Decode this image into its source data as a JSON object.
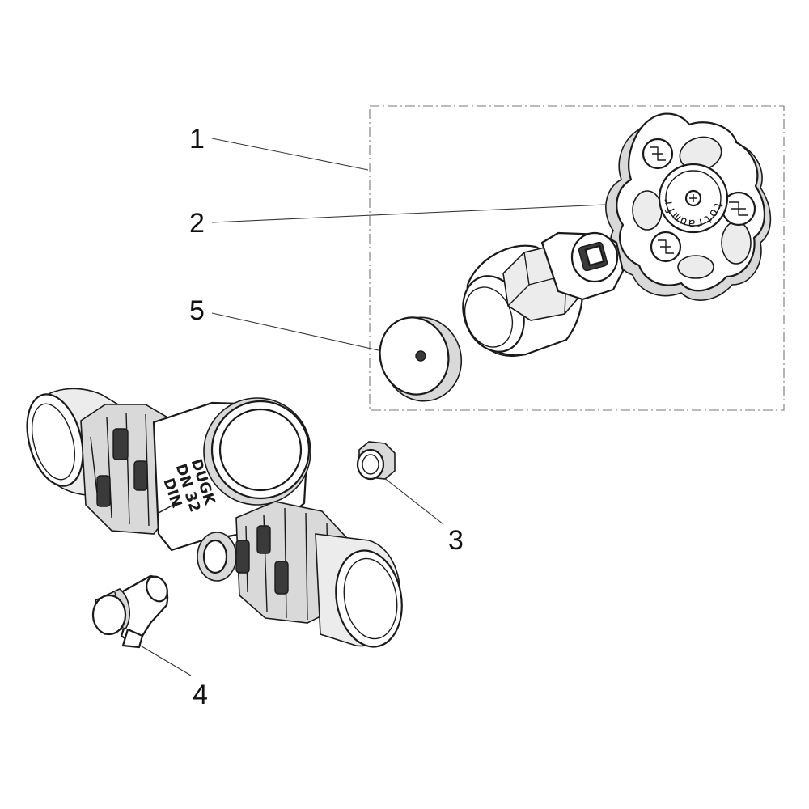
{
  "callouts": [
    {
      "id": "1",
      "label": "1"
    },
    {
      "id": "2",
      "label": "2"
    },
    {
      "id": "3",
      "label": "3"
    },
    {
      "id": "4",
      "label": "4"
    },
    {
      "id": "5",
      "label": "5"
    }
  ],
  "body_markings": {
    "line1": "DUGK",
    "line2": "DN 32",
    "line3": "DIN"
  },
  "handwheel_text": "totraumfrei",
  "colors": {
    "line": "#1a1a1a",
    "shade": "#d9d9d9",
    "frame": "#777777"
  }
}
